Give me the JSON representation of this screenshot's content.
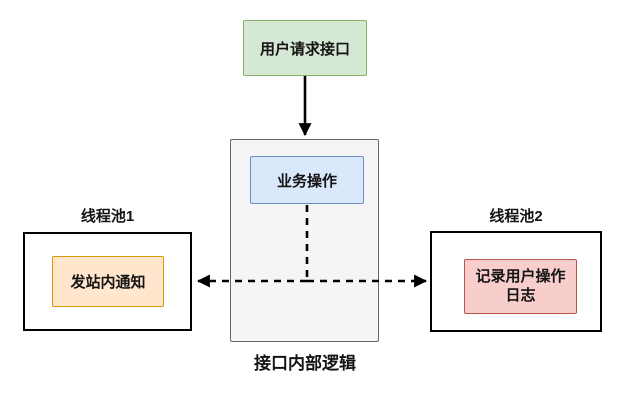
{
  "nodes": {
    "user_request": {
      "label": "用户请求接口"
    },
    "business_operation": {
      "label": "业务操作"
    },
    "send_site_notification": {
      "label": "发站内通知"
    },
    "record_user_operation_log": {
      "label": "记录用户操作日志"
    }
  },
  "labels": {
    "thread_pool_1": "线程池1",
    "thread_pool_2": "线程池2",
    "container_caption": "接口内部逻辑"
  },
  "colors": {
    "green_fill": "#d5e8d4",
    "green_border": "#82b366",
    "blue_fill": "#dae8fc",
    "blue_border": "#6c8ebf",
    "orange_fill": "#ffe6cc",
    "orange_border": "#d79b00",
    "pink_fill": "#f8cecc",
    "pink_border": "#b85450",
    "container_fill": "#f5f5f5",
    "container_border": "#666666",
    "pool_border": "#000000",
    "arrow_color": "#000000"
  }
}
